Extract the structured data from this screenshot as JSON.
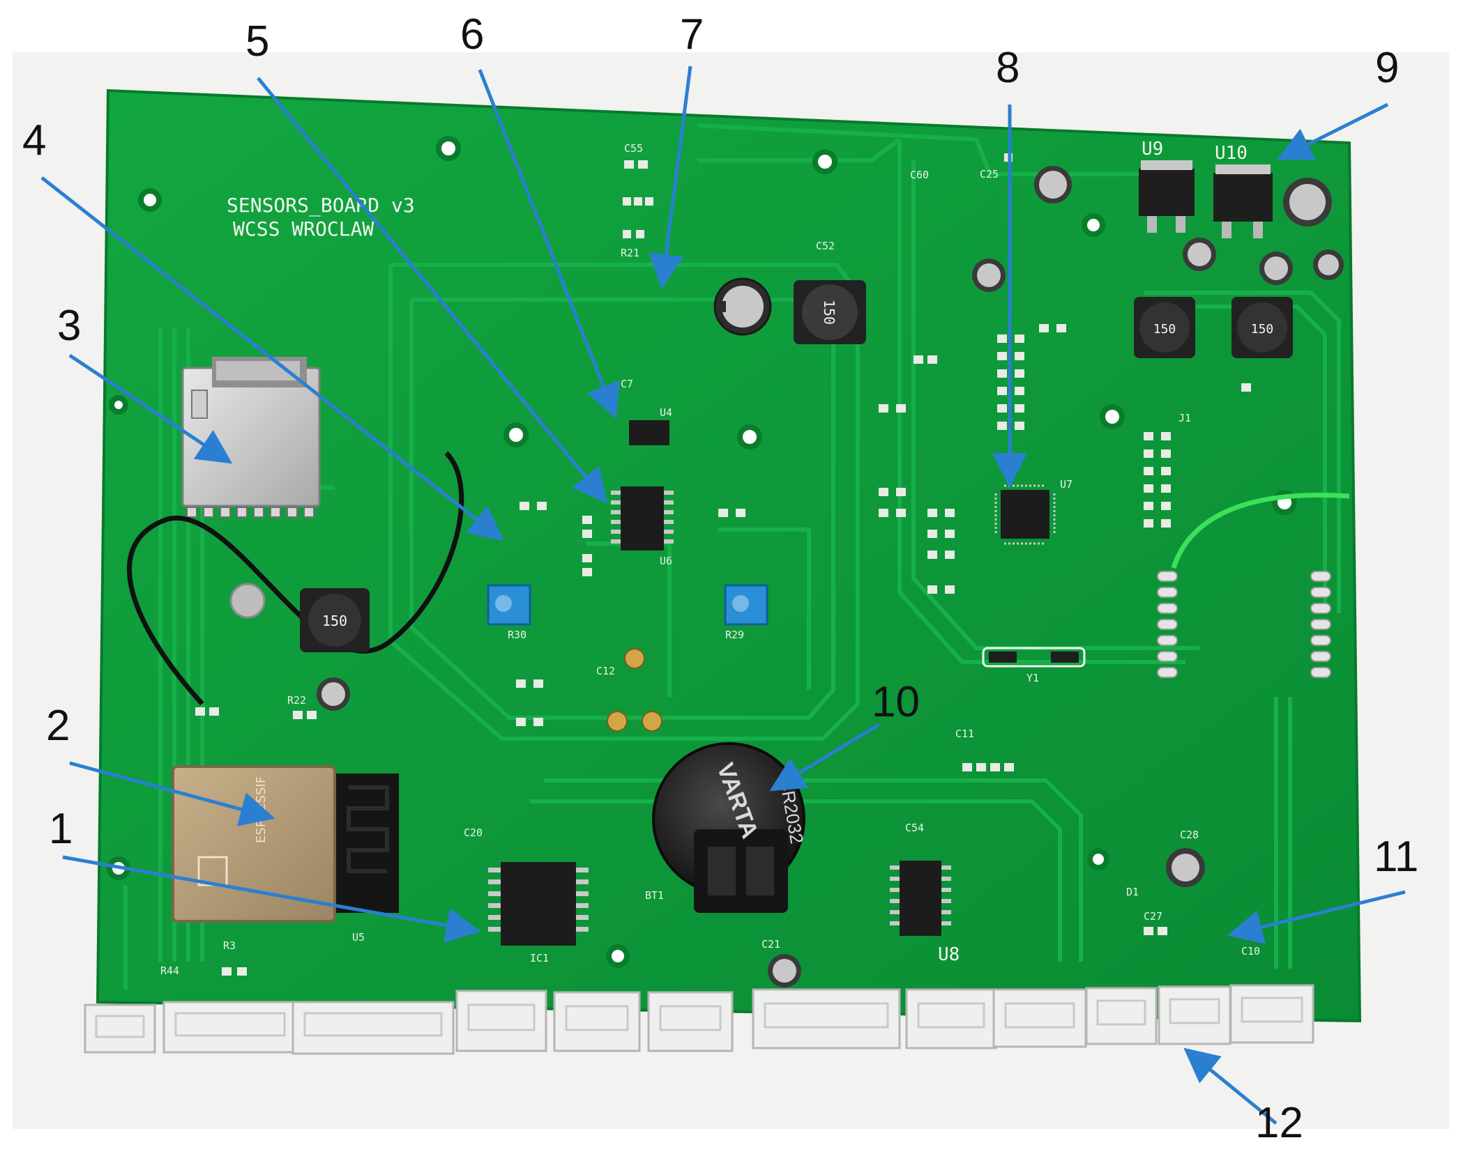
{
  "board": {
    "title_line1": "SENSORS_BOARD v3",
    "title_line2": "WCSS WROCLAW",
    "colors": {
      "pcb": "#0c9a3a",
      "pcb_dark": "#087a2c",
      "trace": "#16b04a",
      "silkscreen": "#f2f7f0",
      "connector": "#eef0ee",
      "arrow": "#2b7fd1",
      "background": "#ffffff"
    }
  },
  "callouts": [
    {
      "label": "1"
    },
    {
      "label": "2"
    },
    {
      "label": "3"
    },
    {
      "label": "4"
    },
    {
      "label": "5"
    },
    {
      "label": "6"
    },
    {
      "label": "7"
    },
    {
      "label": "8"
    },
    {
      "label": "9"
    },
    {
      "label": "10"
    },
    {
      "label": "11"
    },
    {
      "label": "12"
    }
  ],
  "chips": {
    "u9": "U9",
    "u10": "U10",
    "u8": "U8",
    "u4": "U4",
    "u6": "U6",
    "u7": "U7",
    "u5": "U5",
    "bt1": "BT1",
    "ic1": "IC1",
    "y1": "Y1",
    "d1": "D1",
    "j1": "J1",
    "r21": "R21",
    "r3": "R3",
    "r44": "R44",
    "c55": "C55",
    "c52": "C52",
    "c60": "C60",
    "c25": "C25",
    "c7": "C7",
    "c20": "C20",
    "c21": "C21",
    "c54": "C54",
    "c28": "C28",
    "c27": "C27",
    "c10": "C10",
    "c11": "C11",
    "c12": "C12",
    "r30": "R30",
    "r29": "R29",
    "r22": "R22"
  },
  "battery": {
    "brand": "VARTA",
    "model": "CR2032"
  },
  "inductor_marks": [
    "150",
    "150",
    "150",
    "150"
  ],
  "esp_module": {
    "brand": "ESPRESSIF"
  },
  "connectors": [
    {
      "id": "c1"
    },
    {
      "id": "c2"
    },
    {
      "id": "c3"
    },
    {
      "id": "c4"
    },
    {
      "id": "c5"
    },
    {
      "id": "c6"
    },
    {
      "id": "c7"
    },
    {
      "id": "c8"
    },
    {
      "id": "c9"
    },
    {
      "id": "c10"
    },
    {
      "id": "c11"
    },
    {
      "id": "c12"
    }
  ]
}
